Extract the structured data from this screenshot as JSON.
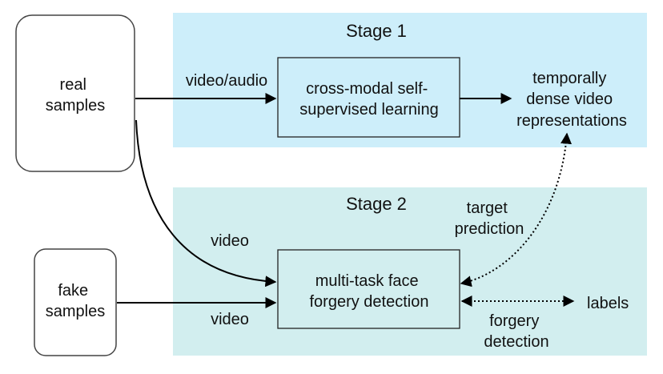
{
  "stage1": {
    "title": "Stage 1",
    "bg_color": "#cdeefa"
  },
  "stage2": {
    "title": "Stage 2",
    "bg_color": "#d2eeef"
  },
  "inputs": {
    "real": [
      "real",
      "samples"
    ],
    "fake": [
      "fake",
      "samples"
    ]
  },
  "boxes": {
    "self_supervised": [
      "cross-modal self-",
      "supervised learning"
    ],
    "forgery_detection": [
      "multi-task face",
      "forgery detection"
    ]
  },
  "outputs": {
    "representations": [
      "temporally",
      "dense video",
      "representations"
    ],
    "labels": "labels"
  },
  "edges": {
    "real_to_ssl": "video/audio",
    "real_to_detection": "video",
    "fake_to_detection": "video",
    "target_prediction": [
      "target",
      "prediction"
    ],
    "forgery_detection": [
      "forgery",
      "detection"
    ]
  }
}
